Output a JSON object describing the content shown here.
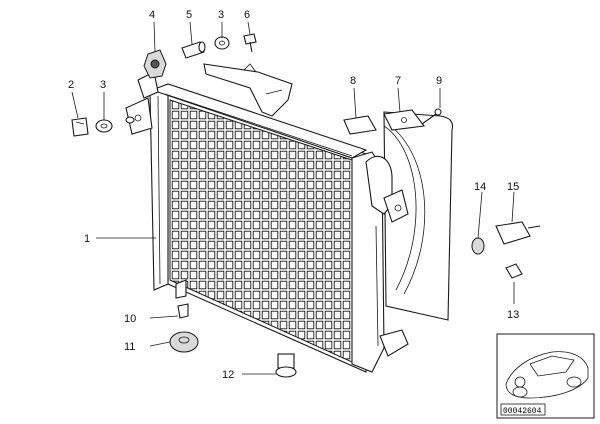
{
  "diagram": {
    "callouts": [
      {
        "id": "c1",
        "label": "1"
      },
      {
        "id": "c2",
        "label": "2"
      },
      {
        "id": "c3a",
        "label": "3"
      },
      {
        "id": "c3b",
        "label": "3"
      },
      {
        "id": "c4",
        "label": "4"
      },
      {
        "id": "c5",
        "label": "5"
      },
      {
        "id": "c6",
        "label": "6"
      },
      {
        "id": "c7",
        "label": "7"
      },
      {
        "id": "c8",
        "label": "8"
      },
      {
        "id": "c9",
        "label": "9"
      },
      {
        "id": "c10",
        "label": "10"
      },
      {
        "id": "c11",
        "label": "11"
      },
      {
        "id": "c12",
        "label": "12"
      },
      {
        "id": "c13",
        "label": "13"
      },
      {
        "id": "c14",
        "label": "14"
      },
      {
        "id": "c15",
        "label": "15"
      }
    ],
    "reference_code": "00042604"
  }
}
